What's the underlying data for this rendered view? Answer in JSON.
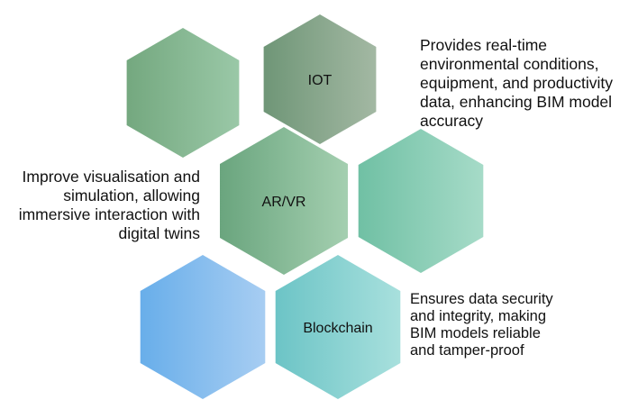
{
  "hexagons": [
    {
      "id": "hex-1",
      "label": "",
      "colors": [
        "#74a87f",
        "#9ac8a7"
      ]
    },
    {
      "id": "hex-iot",
      "label": "IOT",
      "colors": [
        "#6f9677",
        "#a3b8a3"
      ]
    },
    {
      "id": "hex-arvr",
      "label": "AR/VR",
      "colors": [
        "#6aa57e",
        "#a4cfb0"
      ]
    },
    {
      "id": "hex-4",
      "label": "",
      "colors": [
        "#70c0a4",
        "#a6dbc8"
      ]
    },
    {
      "id": "hex-5",
      "label": "",
      "colors": [
        "#68aeea",
        "#a7cdf2"
      ]
    },
    {
      "id": "hex-blockchain",
      "label": "Blockchain",
      "colors": [
        "#6cc4c6",
        "#a8e0dd"
      ]
    }
  ],
  "descriptions": {
    "iot": [
      "Provides real-time",
      "environmental conditions,",
      "equipment, and productivity",
      "data, enhancing BIM model",
      "accuracy"
    ],
    "arvr": [
      "Improve visualisation and",
      "simulation, allowing",
      "immersive interaction with",
      "digital twins"
    ],
    "blockchain": [
      "Ensures data security",
      "and integrity, making",
      "BIM models reliable",
      "and tamper-proof"
    ]
  }
}
